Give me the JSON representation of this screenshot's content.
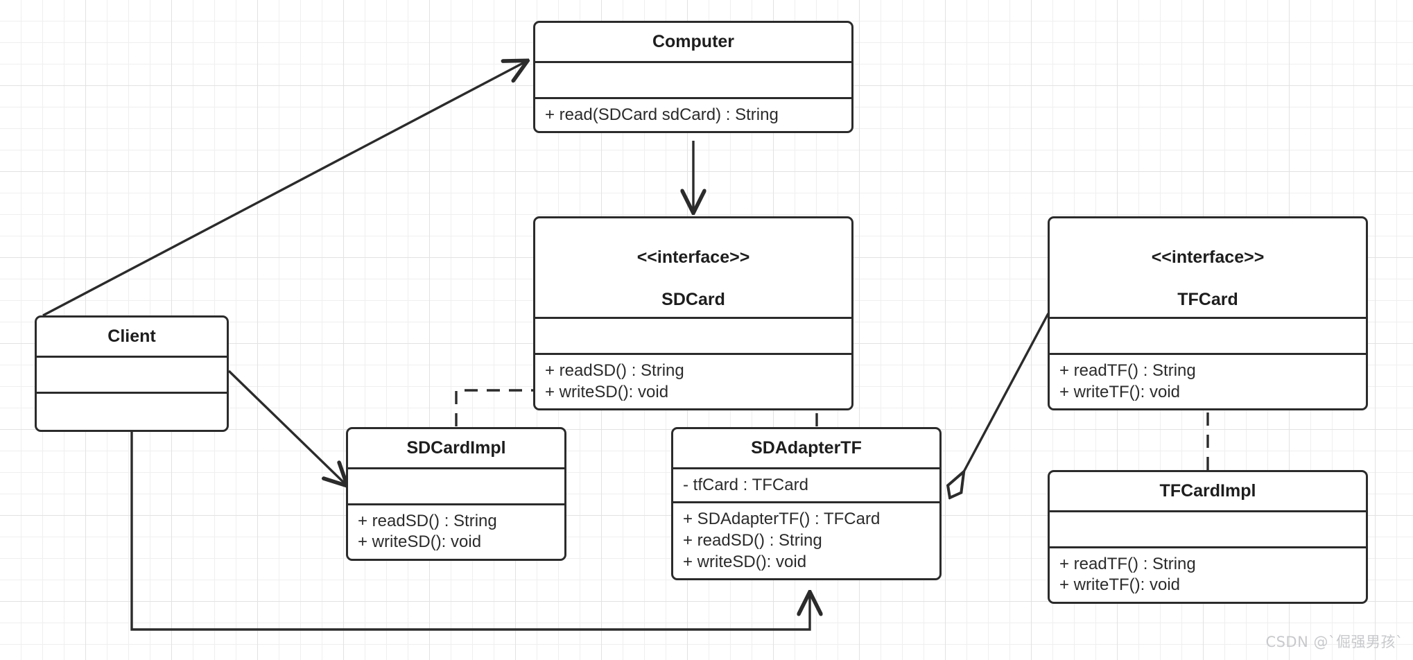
{
  "diagram": {
    "type": "uml-class-diagram",
    "title": "Adapter Pattern - SD Card / TF Card",
    "watermark": "CSDN @`倔强男孩`",
    "colors": {
      "stroke": "#2b2b2b",
      "fill": "#ffffff",
      "grid_minor": "#efefef",
      "grid_major": "#e2e2e2",
      "watermark": "#c8c9cc"
    },
    "classes": [
      {
        "id": "computer",
        "name": "Computer",
        "stereotype": "",
        "attributes": [],
        "methods": [
          "+ read(SDCard sdCard) : String"
        ]
      },
      {
        "id": "sdcard",
        "name": "SDCard",
        "stereotype": "<<interface>>",
        "attributes": [],
        "methods": [
          "+ readSD() : String",
          "+ writeSD(): void"
        ]
      },
      {
        "id": "tfcard",
        "name": "TFCard",
        "stereotype": "<<interface>>",
        "attributes": [],
        "methods": [
          "+ readTF() : String",
          "+ writeTF(): void"
        ]
      },
      {
        "id": "client",
        "name": "Client",
        "stereotype": "",
        "attributes": [],
        "methods": []
      },
      {
        "id": "sdcardimpl",
        "name": "SDCardImpl",
        "stereotype": "",
        "attributes": [],
        "methods": [
          "+ readSD() : String",
          "+ writeSD(): void"
        ]
      },
      {
        "id": "sdadaptertf",
        "name": "SDAdapterTF",
        "stereotype": "",
        "attributes": [
          "- tfCard : TFCard"
        ],
        "methods": [
          "+ SDAdapterTF() : TFCard",
          "+ readSD() : String",
          "+ writeSD(): void"
        ]
      },
      {
        "id": "tfcardimpl",
        "name": "TFCardImpl",
        "stereotype": "",
        "attributes": [],
        "methods": [
          "+ readTF() : String",
          "+ writeTF(): void"
        ]
      }
    ],
    "relationships": [
      {
        "from": "client",
        "to": "computer",
        "kind": "association",
        "arrow": "open-arrow",
        "line": "solid"
      },
      {
        "from": "client",
        "to": "sdcardimpl",
        "kind": "association",
        "arrow": "open-arrow",
        "line": "solid"
      },
      {
        "from": "client",
        "to": "sdadaptertf",
        "kind": "association",
        "arrow": "open-arrow",
        "line": "solid"
      },
      {
        "from": "computer",
        "to": "sdcard",
        "kind": "dependency",
        "arrow": "open-arrow",
        "line": "solid"
      },
      {
        "from": "sdcardimpl",
        "to": "sdcard",
        "kind": "realization",
        "arrow": "hollow-triangle",
        "line": "dashed"
      },
      {
        "from": "sdadaptertf",
        "to": "sdcard",
        "kind": "realization",
        "arrow": "hollow-triangle",
        "line": "dashed"
      },
      {
        "from": "tfcardimpl",
        "to": "tfcard",
        "kind": "realization",
        "arrow": "hollow-triangle",
        "line": "dashed"
      },
      {
        "from": "sdadaptertf",
        "to": "tfcard",
        "kind": "aggregation",
        "arrow": "hollow-diamond",
        "line": "solid"
      }
    ],
    "class_names": {
      "computer": "Computer",
      "sdcard_stereotype": "<<interface>>",
      "sdcard": "SDCard",
      "tfcard_stereotype": "<<interface>>",
      "tfcard": "TFCard",
      "client": "Client",
      "sdcardimpl": "SDCardImpl",
      "sdadaptertf": "SDAdapterTF",
      "tfcardimpl": "TFCardImpl"
    },
    "members": {
      "computer_m0": "+ read(SDCard sdCard) : String",
      "sdcard_m0": "+ readSD() : String",
      "sdcard_m1": "+ writeSD(): void",
      "tfcard_m0": "+ readTF() : String",
      "tfcard_m1": "+ writeTF(): void",
      "sdcardimpl_m0": "+ readSD() : String",
      "sdcardimpl_m1": "+ writeSD(): void",
      "sdadaptertf_a0": "- tfCard : TFCard",
      "sdadaptertf_m0": "+ SDAdapterTF() : TFCard",
      "sdadaptertf_m1": "+ readSD() : String",
      "sdadaptertf_m2": "+ writeSD(): void",
      "tfcardimpl_m0": "+ readTF() : String",
      "tfcardimpl_m1": "+ writeTF(): void"
    }
  }
}
